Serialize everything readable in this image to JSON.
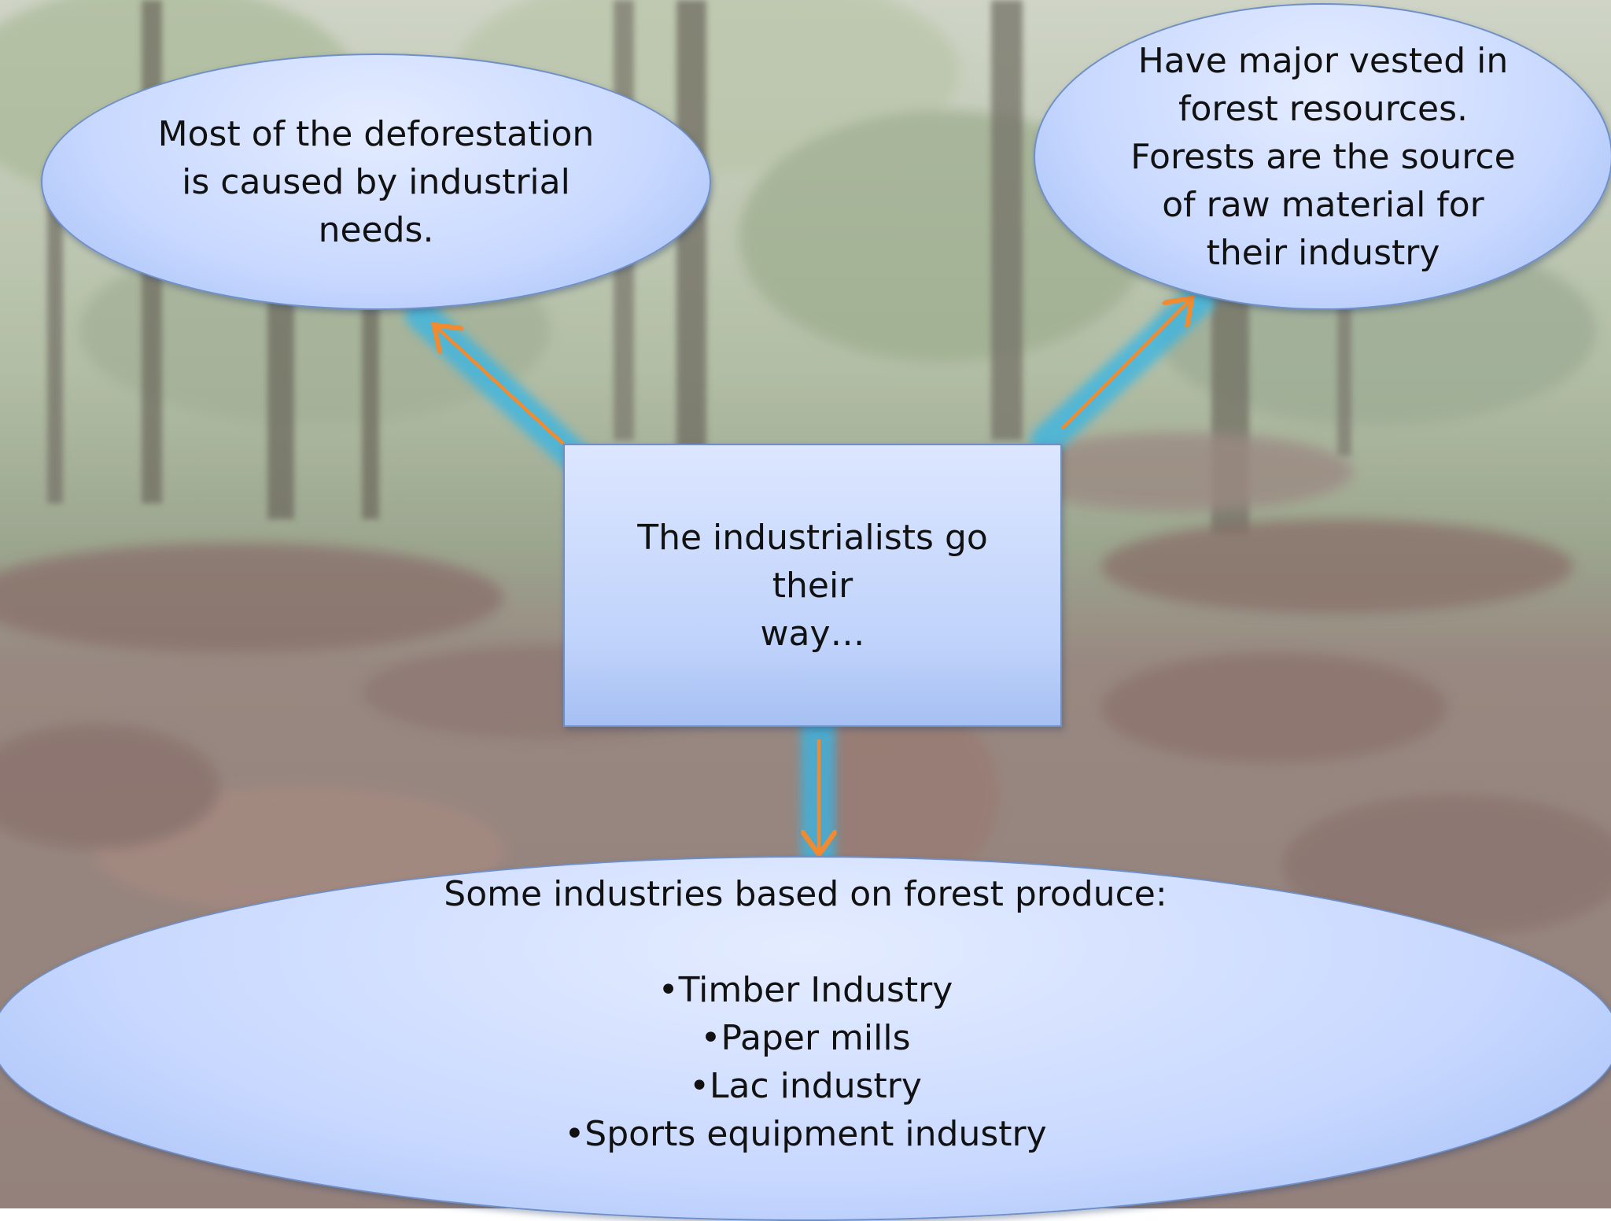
{
  "colors": {
    "arrow": "#f28a30",
    "arrow_glow": "#36b6e6",
    "node_fill": "#c8d8ff",
    "node_border": "#6f8fc8"
  },
  "nodes": {
    "top_left": {
      "lines": [
        "Most of the deforestation",
        "is caused by industrial",
        "needs."
      ]
    },
    "top_right": {
      "lines": [
        "Have major vested in",
        "forest resources.",
        "Forests are the source",
        "of raw material for",
        "their industry"
      ]
    },
    "center": {
      "lines": [
        "The industrialists go their",
        "way…"
      ]
    },
    "bottom": {
      "heading": "Some industries based on forest produce:",
      "items": [
        "•Timber Industry",
        "•Paper mills",
        "•Lac industry",
        "•Sports equipment industry"
      ]
    }
  }
}
